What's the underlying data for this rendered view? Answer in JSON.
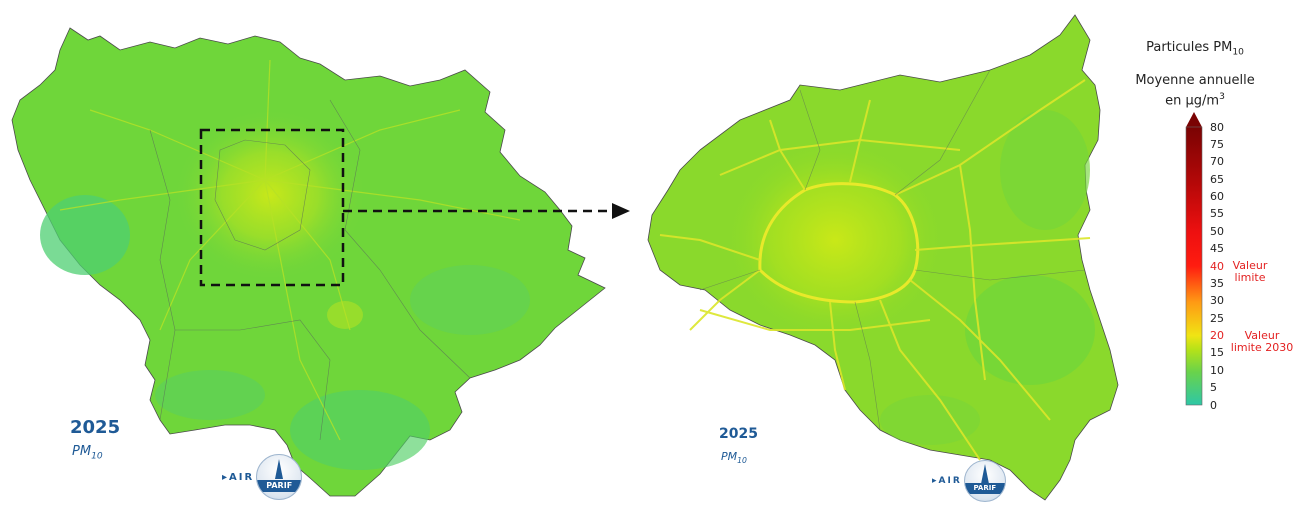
{
  "left_map": {
    "year": "2025",
    "pollutant": "PM",
    "pollutant_sub": "10"
  },
  "right_map": {
    "year": "2025",
    "pollutant": "PM",
    "pollutant_sub": "10"
  },
  "logo": {
    "prefix": "AIR",
    "badge": "PARIF"
  },
  "legend": {
    "title": "Particules PM",
    "title_sub": "10",
    "subtitle_line1": "Moyenne annuelle",
    "subtitle_line2": "en µg/m",
    "subtitle_sup": "3",
    "ticks": [
      "80",
      "75",
      "70",
      "65",
      "60",
      "55",
      "50",
      "45",
      "40",
      "35",
      "30",
      "25",
      "20",
      "15",
      "10",
      "5",
      "0"
    ],
    "highlighted_ticks": [
      "40",
      "20"
    ],
    "limit_label_1": "Valeur\nlimite",
    "limit_label_1_at": 40,
    "limit_label_2": "Valeur\nlimite 2030",
    "limit_label_2_at": 20,
    "scale_min": 0,
    "scale_max": 80
  },
  "colors": {
    "map_base": "#6fd63a",
    "map_cool": "#55cf6d",
    "map_warm": "#b8e51f",
    "road": "#e6e830",
    "boundary": "#555555",
    "brand_blue": "#1f5a96",
    "limit_red": "#e32222"
  }
}
